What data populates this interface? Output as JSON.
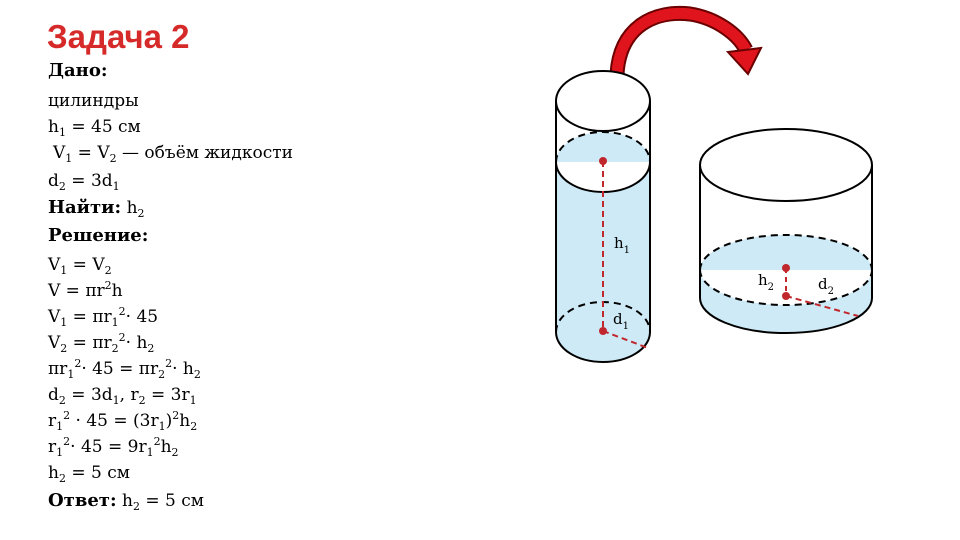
{
  "title": "Задача 2",
  "given": {
    "heading": "Дано:",
    "shape": "цилиндры",
    "h1": {
      "var": "h",
      "sub": "1",
      "rest": " = 45 см"
    },
    "volumes": {
      "a": "V",
      "a_sub": "1",
      "mid": " = V",
      "b_sub": "2",
      "rest": " — объём жидкости"
    },
    "d2": {
      "a": "d",
      "a_sub": "2",
      "mid": " = 3d",
      "b_sub": "1"
    }
  },
  "find": {
    "label": "Найти:",
    "var": "h",
    "sub": "2"
  },
  "solution": {
    "heading": "Решение:",
    "steps": [
      {
        "t1": "V",
        "s1": "1",
        "t2": " = V",
        "s2": "2"
      },
      {
        "t1": "V = πr",
        "p1": "2",
        "t2": "h"
      },
      {
        "t1": "V",
        "s1": "1",
        "t2": " = πr",
        "s2": "1",
        "p2": "2",
        "t3": "· 45"
      },
      {
        "t1": "V",
        "s1": "2",
        "t2": " = πr",
        "s2": "2",
        "p2": "2",
        "t3": "· h",
        "s3": "2"
      },
      {
        "t1": "πr",
        "s1": "1",
        "p1": "2",
        "t2": "· 45 = πr",
        "s2": "2",
        "p2": "2",
        "t3": "· h",
        "s3": "2"
      },
      {
        "t1": "d",
        "s1": "2",
        "t2": " = 3d",
        "s2": "1",
        "t3": ", r",
        "s3": "2",
        "t4": " = 3r",
        "s4": "1"
      },
      {
        "t1": "r",
        "s1": "1",
        "p1": "2",
        "t2": " · 45 = (3r",
        "s2": "1",
        "t3": ")",
        "p3": "2",
        "t4": "h",
        "s4": "2"
      },
      {
        "t1": "r",
        "s1": "1",
        "p1": "2",
        "t2": "· 45 = 9r",
        "s2": "1",
        "p2": "2",
        "t3": "h",
        "s3": "2"
      },
      {
        "t1": "h",
        "s1": "2",
        "t2": " = 5 см"
      }
    ]
  },
  "answer": {
    "label": "Ответ:",
    "var": "h",
    "sub": "2",
    "rest": " = 5 см"
  },
  "diagram": {
    "cyl1_h": {
      "base": "h",
      "sub": "1"
    },
    "cyl1_d": {
      "base": "d",
      "sub": "1"
    },
    "cyl2_h": {
      "base": "h",
      "sub": "2"
    },
    "cyl2_d": {
      "base": "d",
      "sub": "2"
    }
  },
  "colors": {
    "title": "#d62a2a",
    "arrow": "#e0141c",
    "liquid": "#cdeaf6",
    "measure": "#c0282d"
  }
}
